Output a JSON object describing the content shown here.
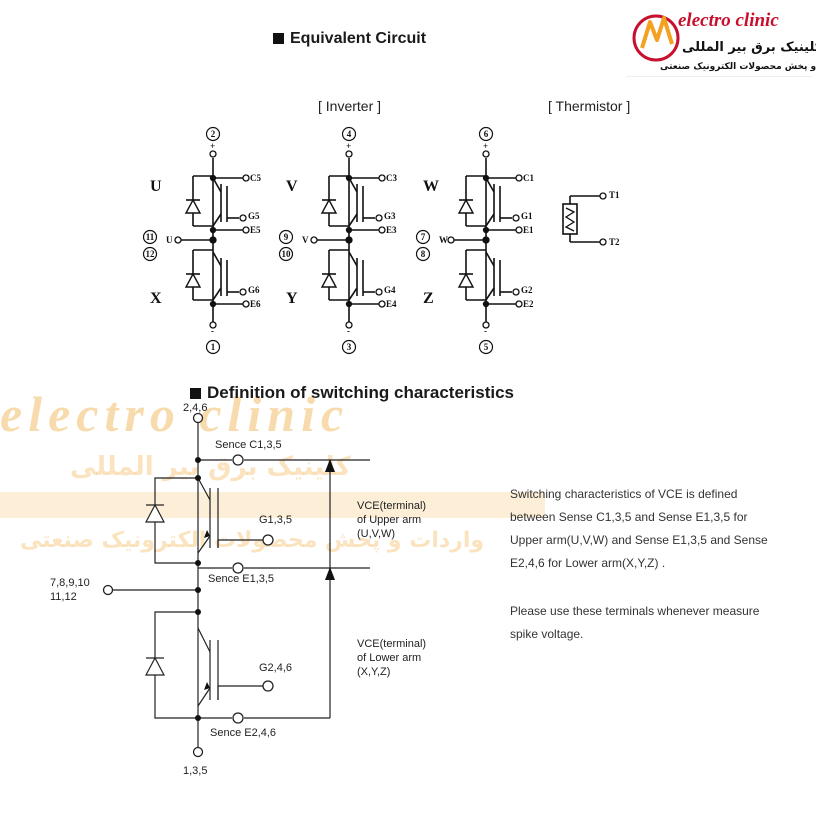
{
  "logo": {
    "name_en": "electro clinic",
    "name_fa": "کلینیک برق بیر المللی",
    "tagline_fa": "واردات و پخش محصولات الکترونیک صنعتی",
    "brand_color": "#c8102e"
  },
  "equivalent_circuit": {
    "heading": "Equivalent Circuit",
    "inverter_label": "[ Inverter ]",
    "thermistor_label": "[ Thermistor ]",
    "legs": [
      {
        "upper_label": "U",
        "lower_label": "X",
        "top_pin": "2",
        "bottom_pin": "1",
        "out_pins": [
          "11",
          "12"
        ],
        "out_signal": "U",
        "upper_c": "C5",
        "upper_g": "G5",
        "upper_e": "E5",
        "lower_g": "G6",
        "lower_e": "E6"
      },
      {
        "upper_label": "V",
        "lower_label": "Y",
        "top_pin": "4",
        "bottom_pin": "3",
        "out_pins": [
          "9",
          "10"
        ],
        "out_signal": "V",
        "upper_c": "C3",
        "upper_g": "G3",
        "upper_e": "E3",
        "lower_g": "G4",
        "lower_e": "E4"
      },
      {
        "upper_label": "W",
        "lower_label": "Z",
        "top_pin": "6",
        "bottom_pin": "5",
        "out_pins": [
          "7",
          "8"
        ],
        "out_signal": "W",
        "upper_c": "C1",
        "upper_g": "G1",
        "upper_e": "E1",
        "lower_g": "G2",
        "lower_e": "E2"
      }
    ],
    "thermistor_pins": [
      "T1",
      "T2"
    ],
    "plus_sign": "+",
    "minus_sign": "-"
  },
  "switching": {
    "heading": "Definition of switching characteristics",
    "top_pin": "2,4,6",
    "sense_c_upper": "Sence C1,3,5",
    "g_upper": "G1,3,5",
    "sense_e_upper": "Sence E1,3,5",
    "out_pins_line1": "7,8,9,10",
    "out_pins_line2": "11,12",
    "g_lower": "G2,4,6",
    "sense_e_lower": "Sence E2,4,6",
    "bottom_pin": "1,3,5",
    "vce_upper": [
      "VCE(terminal)",
      "of Upper arm",
      "(U,V,W)"
    ],
    "vce_lower": [
      "VCE(terminal)",
      "of Lower arm",
      "(X,Y,Z)"
    ],
    "description_1": "Switching characteristics of VCE is defined between Sense C1,3,5 and Sense E1,3,5 for Upper arm(U,V,W) and Sense E1,3,5 and Sense E2,4,6 for Lower arm(X,Y,Z) .",
    "description_2": "Please use these terminals whenever measure spike voltage."
  },
  "watermark": {
    "line1": "electro clinic",
    "line2": "کلینیک برق بیر المللی",
    "line3": "واردات و پخش محصولات الکترونیک صنعتی"
  }
}
